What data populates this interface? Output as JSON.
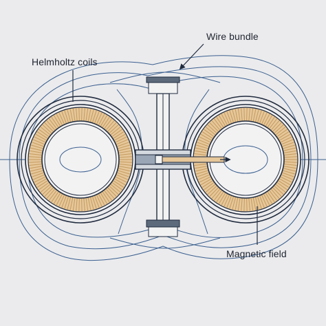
{
  "labels": {
    "helmholtz_coils": "Helmholtz coils",
    "wire_bundle": "Wire bundle",
    "magnetic_field": "Magnetic field"
  },
  "colors": {
    "background": "#ebebed",
    "outline": "#1f2a3d",
    "field_line": "#3a5f8f",
    "winding": "#e6c79a",
    "winding_stripe": "#c49a5e",
    "steel": "#5c6a7c",
    "steel_light": "#9aa6b5",
    "wire_core": "#e6c79a"
  }
}
